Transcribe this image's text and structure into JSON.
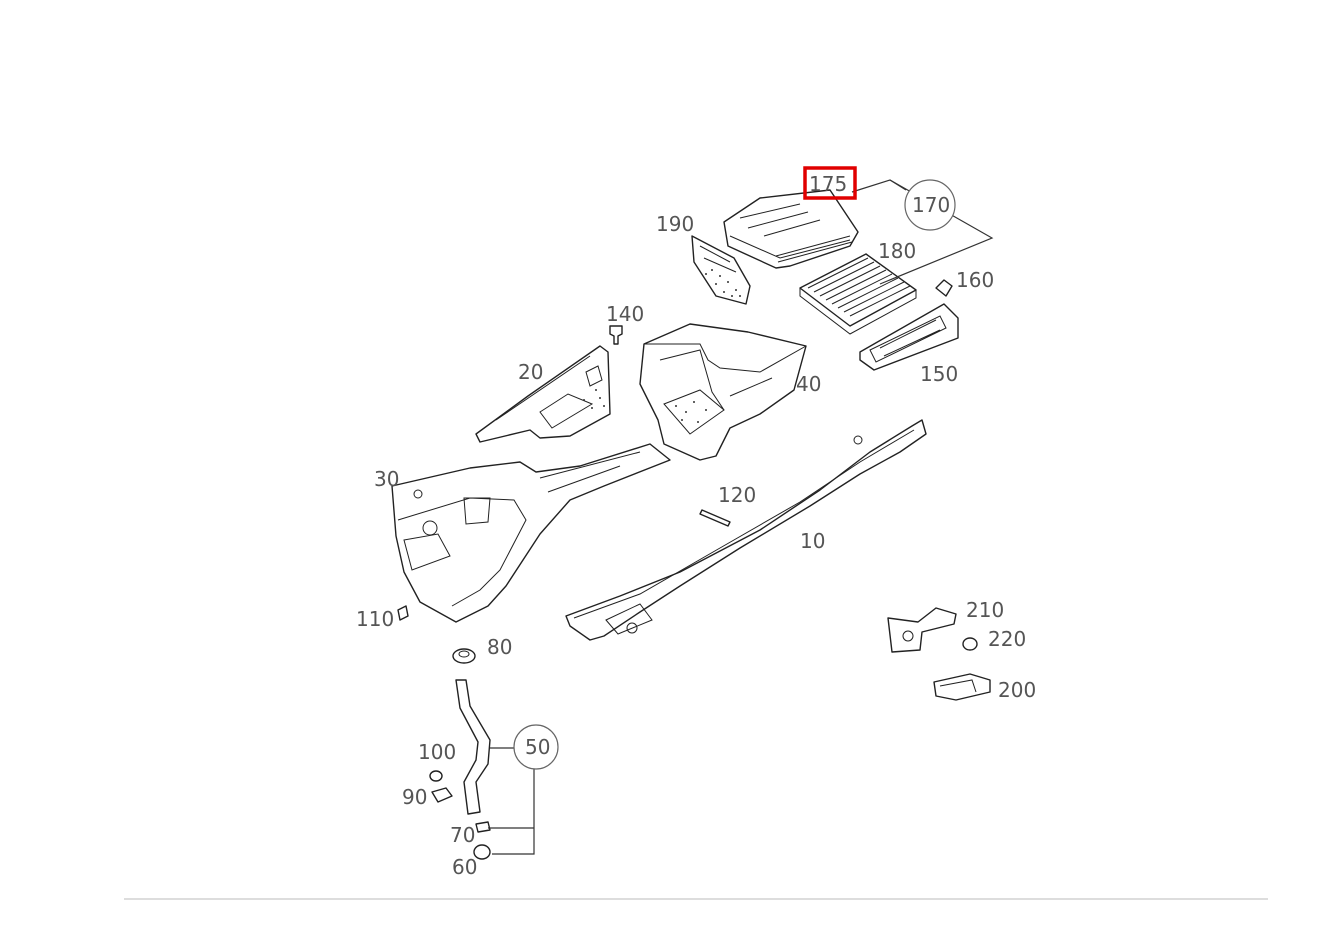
{
  "diagram": {
    "highlighted_callout": "175",
    "highlight_color": "#e00000",
    "callouts": [
      {
        "id": "c175",
        "text": "175"
      },
      {
        "id": "c170",
        "text": "170"
      },
      {
        "id": "c190",
        "text": "190"
      },
      {
        "id": "c180",
        "text": "180"
      },
      {
        "id": "c160",
        "text": "160"
      },
      {
        "id": "c140",
        "text": "140"
      },
      {
        "id": "c150",
        "text": "150"
      },
      {
        "id": "c20",
        "text": "20"
      },
      {
        "id": "c40",
        "text": "40"
      },
      {
        "id": "c30",
        "text": "30"
      },
      {
        "id": "c120",
        "text": "120"
      },
      {
        "id": "c10",
        "text": "10"
      },
      {
        "id": "c110",
        "text": "110"
      },
      {
        "id": "c80",
        "text": "80"
      },
      {
        "id": "c210",
        "text": "210"
      },
      {
        "id": "c220",
        "text": "220"
      },
      {
        "id": "c200",
        "text": "200"
      },
      {
        "id": "c100",
        "text": "100"
      },
      {
        "id": "c50",
        "text": "50"
      },
      {
        "id": "c90",
        "text": "90"
      },
      {
        "id": "c70",
        "text": "70"
      },
      {
        "id": "c60",
        "text": "60"
      }
    ]
  }
}
